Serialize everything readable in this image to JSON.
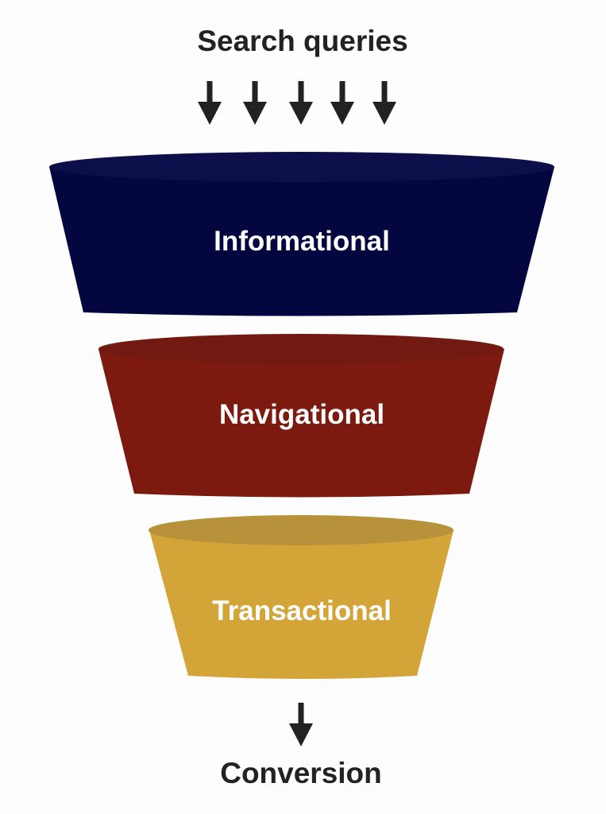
{
  "header": {
    "title": "Search queries"
  },
  "funnel": {
    "stages": [
      {
        "label": "Informational",
        "body_color": "#03063f",
        "rim_color": "#0c0f4a"
      },
      {
        "label": "Navigational",
        "body_color": "#7c1a0f",
        "rim_color": "#721a12"
      },
      {
        "label": "Transactional",
        "body_color": "#d3a438",
        "rim_color": "#b8923a"
      }
    ]
  },
  "footer": {
    "label": "Conversion"
  },
  "colors": {
    "text": "#222222",
    "arrow": "#222222",
    "stage_text": "#ffffff",
    "background": "#fdfdfd"
  },
  "icons": {
    "arrow": "down-arrow-icon"
  }
}
